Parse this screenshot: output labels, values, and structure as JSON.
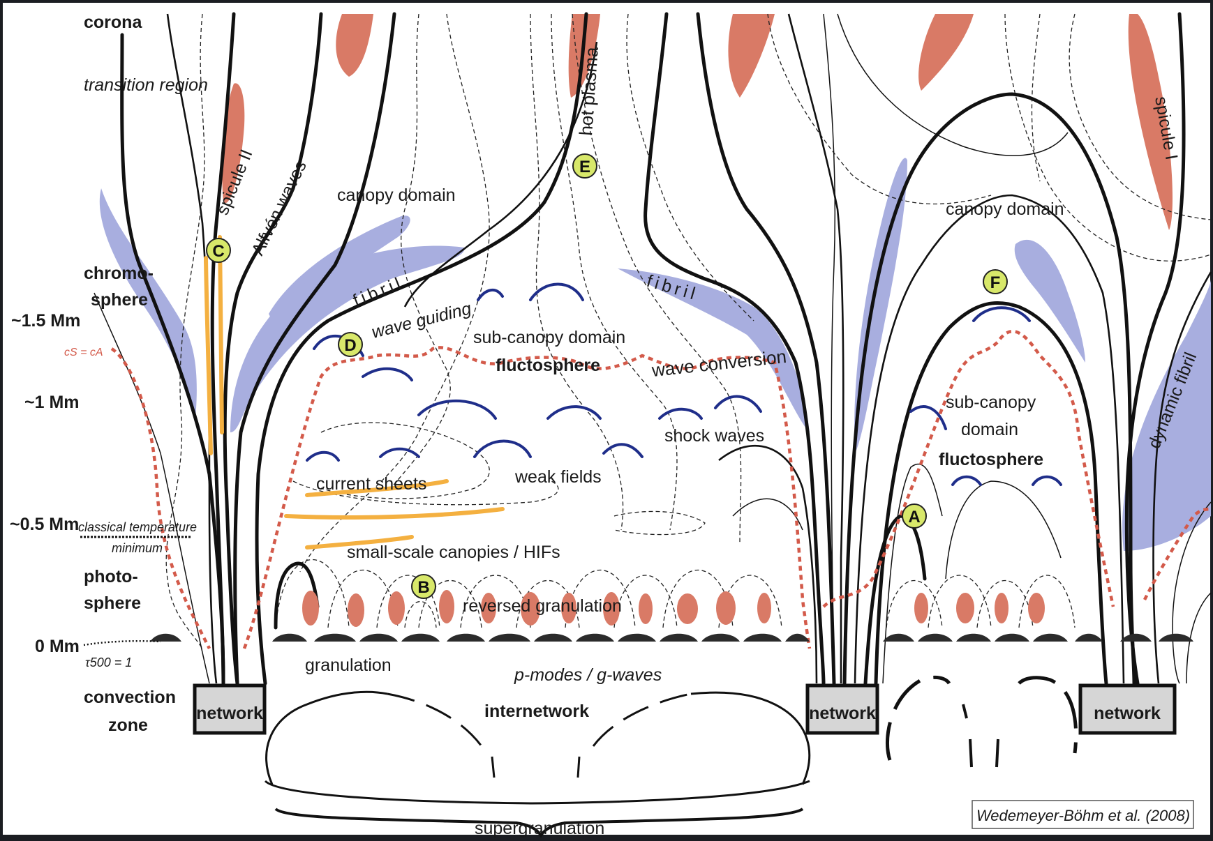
{
  "heights": {
    "h15": "~1.5 Mm",
    "h1": "~1 Mm",
    "h05": "~0.5 Mm",
    "h0": "0 Mm"
  },
  "layers": {
    "corona": "corona",
    "transition_region": "transition region",
    "chromo_1": "chromo-",
    "chromo_2": "sphere",
    "photo_1": "photo-",
    "photo_2": "sphere",
    "convection_1": "convection",
    "convection_2": "zone",
    "classical_temp_1": "classical temperature",
    "classical_temp_2": "minimum",
    "tau": "τ500 = 1",
    "cs_ca": "cS = cA"
  },
  "labels": {
    "spicule_ii": "spicule II",
    "alfven": "Alfvén waves",
    "canopy_left": "canopy domain",
    "canopy_right": "canopy domain",
    "hot_plasma": "hot plasma",
    "spicule_i": "spicule I",
    "fibril_left": "fibril",
    "fibril_mid": "fibril",
    "dynamic_fibril": "dynamic fibril",
    "wave_guiding": "wave guiding",
    "sub_canopy_left": "sub-canopy domain",
    "fluctosphere_left": "fluctosphere",
    "wave_conversion": "wave conversion",
    "sub_canopy_right_1": "sub-canopy",
    "sub_canopy_right_2": "domain",
    "fluctosphere_right": "fluctosphere",
    "shock_waves": "shock waves",
    "weak_fields": "weak fields",
    "current_sheets": "current sheets",
    "small_scale": "small-scale canopies / HIFs",
    "reversed_gran": "reversed granulation",
    "granulation": "granulation",
    "pmodes": "p-modes / g-waves",
    "internetwork": "internetwork",
    "supergranulation": "supergranulation",
    "network": "network",
    "credit": "Wedemeyer-Böhm et al. (2008)"
  },
  "markers": [
    "A",
    "B",
    "C",
    "D",
    "E",
    "F"
  ],
  "colors": {
    "plasma": "#d97a66",
    "fibril": "#a8aedf",
    "wave": "#1f2e8a",
    "current": "#f4b040",
    "marker": "#d8e86a",
    "cs_line": "#d35a4a",
    "frame": "#1b1d22"
  }
}
